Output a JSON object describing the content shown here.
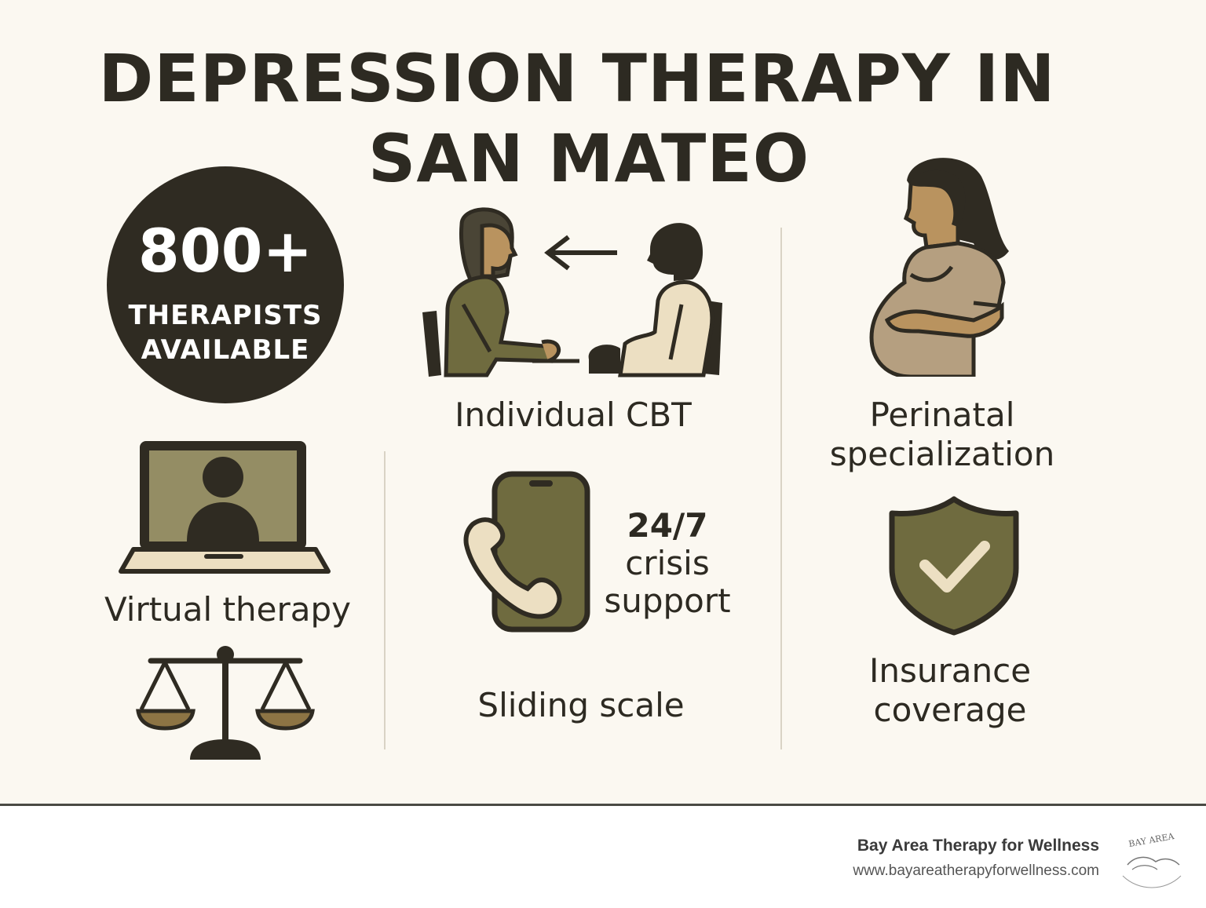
{
  "title": {
    "line1": "DEPRESSION THERAPY IN",
    "line2": "SAN MATEO"
  },
  "badge": {
    "count": "800+",
    "line1": "THERAPISTS",
    "line2": "AVAILABLE"
  },
  "features": {
    "individual_cbt": "Individual CBT",
    "perinatal_line1": "Perinatal",
    "perinatal_line2": "specialization",
    "virtual_therapy": "Virtual therapy",
    "crisis_line1": "24/7",
    "crisis_line2": "crisis",
    "crisis_line3": "support",
    "sliding_scale": "Sliding scale",
    "insurance_line1": "Insurance",
    "insurance_line2": "coverage"
  },
  "footer": {
    "brand_name": "Bay Area Therapy for Wellness",
    "url": "www.bayareatherapyforwellness.com",
    "logo_text": "BAY AREA"
  },
  "colors": {
    "background": "#fbf8f1",
    "dark": "#2f2b22",
    "olive": "#6f6b3f",
    "tan": "#b9a074",
    "cream": "#ecdfc2"
  }
}
